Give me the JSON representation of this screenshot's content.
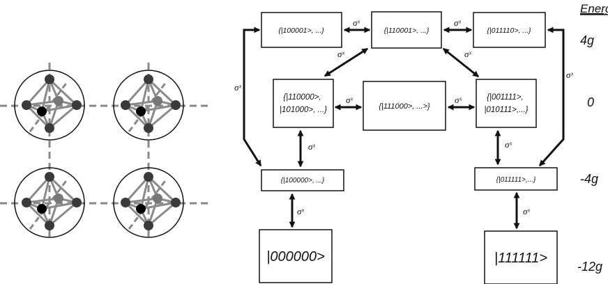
{
  "energy_header": "Energy",
  "energy_levels": [
    "4g",
    "0",
    "-4g",
    "-12g"
  ],
  "operator_label": "σˣ",
  "states": {
    "s100001": [
      "{|100001>, ...}"
    ],
    "s110001": [
      "{|110001>, ...}"
    ],
    "s011110": [
      "{|011110>, ...}"
    ],
    "s110000": [
      "{|110000>,",
      "|101000>, ...}"
    ],
    "s111000": [
      "{|111000>, ...>}"
    ],
    "s001111": [
      "{|001111>,",
      "|010111>,...}"
    ],
    "s100000": [
      "{|100000>, ...}"
    ],
    "s011111": [
      "{|011111>,...}"
    ],
    "s000000": [
      "|000000>"
    ],
    "s111111": [
      "|111111>"
    ]
  },
  "colors": {
    "line": "#111111",
    "dark_dot": "#3a3a3a",
    "black_dot": "#000000",
    "gray_dot": "#777777",
    "dashed": "#888888"
  }
}
